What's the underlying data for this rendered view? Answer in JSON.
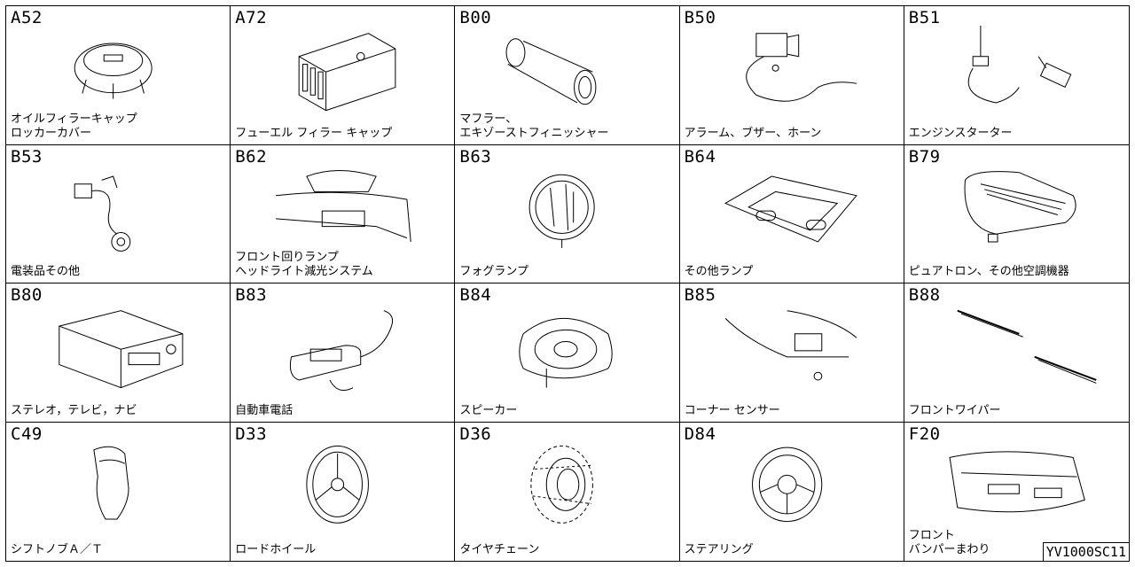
{
  "parts": [
    {
      "code": "A52",
      "label": "オイルフィラーキャップ\nロッカーカバー",
      "icon": "cap-icon"
    },
    {
      "code": "A72",
      "label": "フューエル フィラー キャップ",
      "icon": "fuel-tank-icon"
    },
    {
      "code": "B00",
      "label": "マフラー、\nエキゾーストフィニッシャー",
      "icon": "muffler-icon"
    },
    {
      "code": "B50",
      "label": "アラーム、ブザー、ホーン",
      "icon": "alarm-icon"
    },
    {
      "code": "B51",
      "label": "エンジンスターター",
      "icon": "remote-starter-icon"
    },
    {
      "code": "B53",
      "label": "電装品その他",
      "icon": "electrical-part-icon"
    },
    {
      "code": "B62",
      "label": "フロント回りランプ\nヘッドライト減光システム",
      "icon": "front-lamp-icon"
    },
    {
      "code": "B63",
      "label": "フォグランプ",
      "icon": "fog-lamp-icon"
    },
    {
      "code": "B64",
      "label": "その他ランプ",
      "icon": "room-lamp-icon"
    },
    {
      "code": "B79",
      "label": "ピュアトロン、その他空調機器",
      "icon": "air-purifier-icon"
    },
    {
      "code": "B80",
      "label": "ステレオ，テレビ，ナビ",
      "icon": "stereo-icon"
    },
    {
      "code": "B83",
      "label": "自動車電話",
      "icon": "car-phone-icon"
    },
    {
      "code": "B84",
      "label": "スピーカー",
      "icon": "speaker-icon"
    },
    {
      "code": "B85",
      "label": "コーナー センサー",
      "icon": "corner-sensor-icon"
    },
    {
      "code": "B88",
      "label": "フロントワイパー",
      "icon": "wiper-icon"
    },
    {
      "code": "C49",
      "label": "シフトノブＡ／Ｔ",
      "icon": "shift-knob-icon"
    },
    {
      "code": "D33",
      "label": "ロードホイール",
      "icon": "road-wheel-icon"
    },
    {
      "code": "D36",
      "label": "タイヤチェーン",
      "icon": "tire-chain-icon"
    },
    {
      "code": "D84",
      "label": "ステアリング",
      "icon": "steering-wheel-icon"
    },
    {
      "code": "F20",
      "label": "フロント\nバンパーまわり",
      "icon": "front-bumper-icon"
    }
  ],
  "stamp": "YV1000SC11"
}
